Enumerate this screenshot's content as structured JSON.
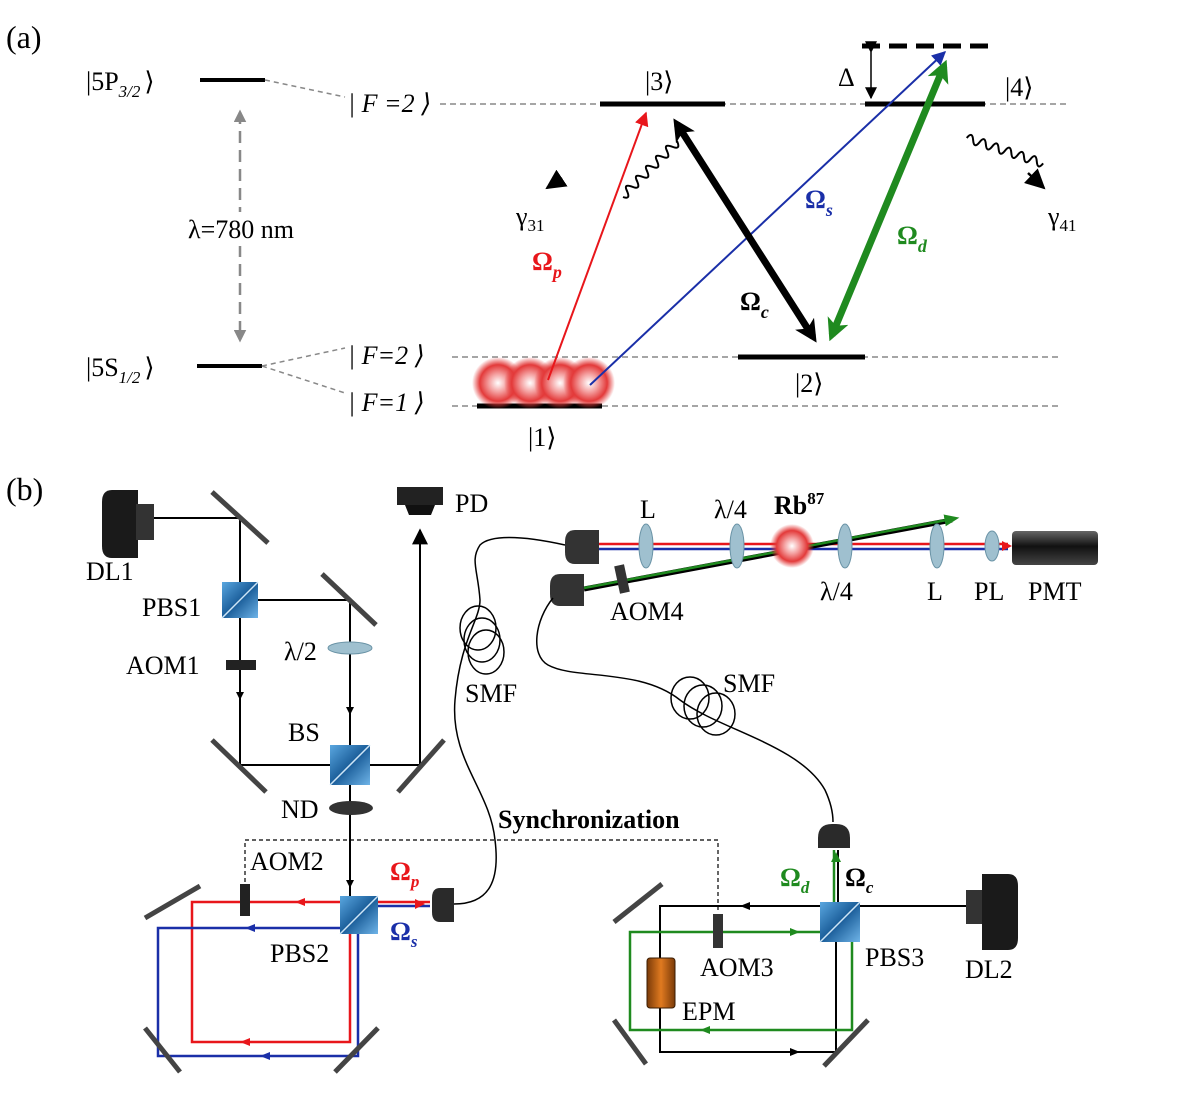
{
  "panel_a": {
    "panel_label": "(a)",
    "level_5p": "|5P",
    "level_5p_sub": "3/2",
    "level_5s": "|5S",
    "level_5s_sub": "1/2",
    "ket_close": "⟩",
    "wavelength": "λ=780 nm",
    "f2_upper": "| F =2 ⟩",
    "f2_lower": "| F=2 ⟩",
    "f1_lower": "| F=1 ⟩",
    "state_1": "|1⟩",
    "state_2": "|2⟩",
    "state_3": "|3⟩",
    "state_4": "|4⟩",
    "detuning": "Δ",
    "gamma31": "γ",
    "gamma31_sub": "31",
    "gamma41": "γ",
    "gamma41_sub": "41",
    "omega_p": "Ω",
    "omega_p_sub": "p",
    "omega_s": "Ω",
    "omega_s_sub": "s",
    "omega_c": "Ω",
    "omega_c_sub": "c",
    "omega_d": "Ω",
    "omega_d_sub": "d"
  },
  "panel_b": {
    "panel_label": "(b)",
    "dl1": "DL1",
    "dl2": "DL2",
    "pd": "PD",
    "pbs1": "PBS1",
    "pbs2": "PBS2",
    "pbs3": "PBS3",
    "aom1": "AOM1",
    "aom2": "AOM2",
    "aom3": "AOM3",
    "aom4": "AOM4",
    "half_wave": "λ/2",
    "bs": "BS",
    "nd": "ND",
    "smf_1": "SMF",
    "smf_2": "SMF",
    "sync": "Synchronization",
    "lens_l_1": "L",
    "lens_l_2": "L",
    "qwp_1": "λ/4",
    "qwp_2": "λ/4",
    "rb": "Rb",
    "rb_sup": "87",
    "pl": "PL",
    "pmt": "PMT",
    "epm": "EPM",
    "omega_p": "Ω",
    "omega_p_sub": "p",
    "omega_s": "Ω",
    "omega_s_sub": "s",
    "omega_c": "Ω",
    "omega_c_sub": "c",
    "omega_d": "Ω",
    "omega_d_sub": "d"
  },
  "colors": {
    "probe": "#e8161b",
    "signal": "#1a2fa8",
    "coupling": "#000000",
    "drive": "#1f8a1f",
    "cube": "#2d7fc2",
    "dashed_level": "#888888"
  }
}
